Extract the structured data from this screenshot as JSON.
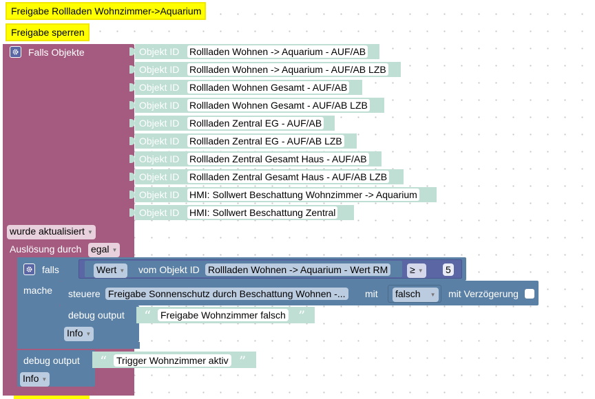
{
  "comments": {
    "title": "Freigabe Rollladen Wohnzimmer->Aquarium",
    "disable": "Freigabe sperren"
  },
  "trigger": {
    "label": "Falls Objekte",
    "object_id_label": "Objekt ID",
    "objects": [
      "Rollladen Wohnen -> Aquarium - AUF/AB",
      "Rollladen Wohnen -> Aquarium - AUF/AB LZB",
      "Rollladen Wohnen Gesamt - AUF/AB",
      "Rollladen Wohnen Gesamt - AUF/AB LZB",
      "Rollladen Zentral EG - AUF/AB",
      "Rollladen Zentral EG - AUF/AB LZB",
      "Rollladen Zentral Gesamt Haus - AUF/AB",
      "Rollladen Zentral Gesamt Haus - AUF/AB LZB",
      "HMI: Sollwert Beschattung Wohnzimmer -> Aquarium",
      "HMI: Sollwert Beschattung Zentral"
    ],
    "event_value": "wurde aktualisiert",
    "source_label": "Auslösung durch",
    "source_value": "egal"
  },
  "if_block": {
    "if_label": "falls",
    "do_label": "mache",
    "value_dropdown": "Wert",
    "from_object_label": "vom Objekt ID",
    "object": "Rollladen Wohnen -> Aquarium - Wert RM",
    "operator": "≥",
    "number": "5",
    "control": {
      "label": "steuere",
      "target": "Freigabe Sonnenschutz durch Beschattung Wohnen -...",
      "with_label": "mit",
      "value": "falsch",
      "delay_label": "mit Verzögerung"
    },
    "debug1": {
      "label": "debug output",
      "text": "Freigabe Wohnzimmer falsch",
      "level": "Info"
    }
  },
  "debug2": {
    "label": "debug output",
    "text": "Trigger Wohnzimmer aktiv",
    "level": "Info"
  },
  "colors": {
    "trigger": "#a55b80",
    "logic": "#5b80a5",
    "object_row": "#bfdfd4",
    "comment": "#ffff00"
  }
}
